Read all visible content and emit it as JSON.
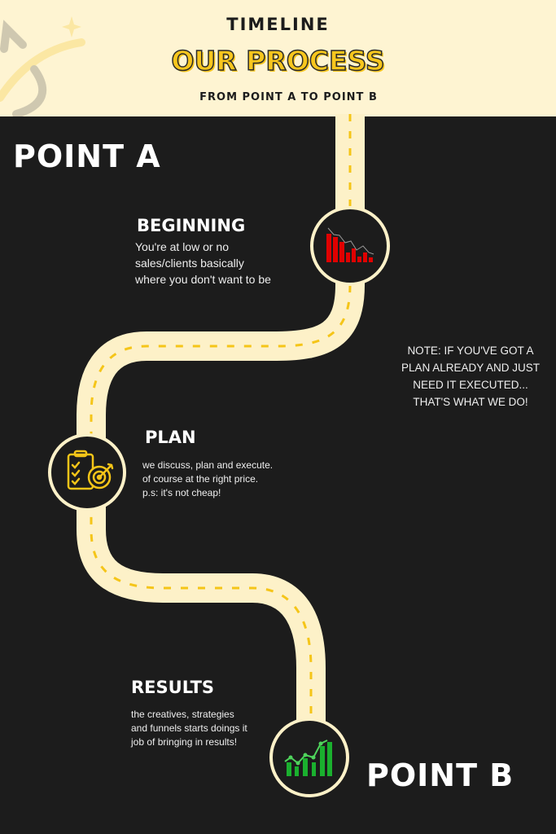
{
  "header": {
    "kicker": "TIMELINE",
    "title": "OUR PROCESS",
    "subtitle": "FROM POINT A TO POINT B"
  },
  "point_a": "POINT A",
  "point_b": "POINT B",
  "steps": [
    {
      "title": "BEGINNING",
      "lines": [
        "You're at low or no",
        "sales/clients basically",
        "where you don't want to be"
      ],
      "icon": "declining-chart-icon"
    },
    {
      "title": "PLAN",
      "lines": [
        "we discuss, plan and execute.",
        "of course at the right price.",
        "p.s: it's not cheap!"
      ],
      "icon": "clipboard-target-icon"
    },
    {
      "title": "RESULTS",
      "lines": [
        "the creatives, strategies",
        "and funnels starts doings it",
        "job of bringing in results!"
      ],
      "icon": "growth-chart-icon"
    }
  ],
  "note": [
    "NOTE: IF YOU'VE GOT A",
    "PLAN ALREADY AND JUST",
    "NEED IT EXECUTED...",
    "THAT'S WHAT WE DO!"
  ],
  "colors": {
    "cream": "#fef4d2",
    "road": "#fdf1c8",
    "dash": "#f5c518",
    "bg": "#1c1c1c",
    "red": "#e00000",
    "green": "#1ab02e"
  }
}
